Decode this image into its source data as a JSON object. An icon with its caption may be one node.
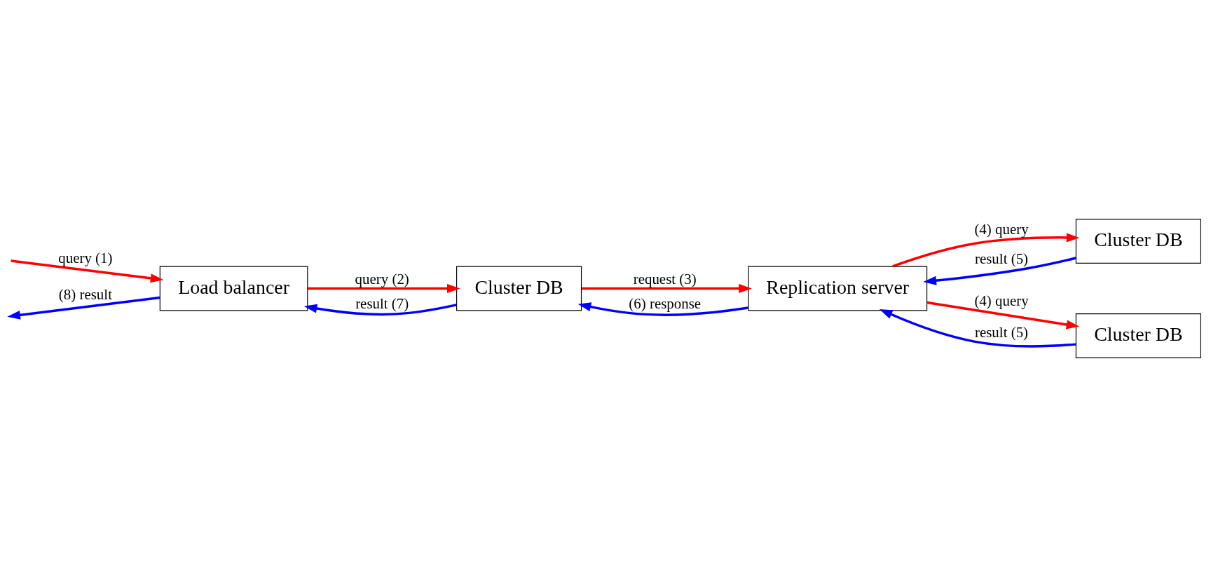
{
  "diagram": {
    "nodes": [
      {
        "text": [
          "Load balancer"
        ]
      },
      {
        "text": [
          "Cluster DB"
        ]
      },
      {
        "text": [
          "Cluster DB"
        ]
      },
      {
        "text": [
          "Cluster DB"
        ]
      },
      {
        "text": [
          "Replication server"
        ]
      }
    ],
    "edges": [
      {
        "from": null,
        "to": 0,
        "arrow": "to",
        "label": "query (1)",
        "color": "#ff0000"
      },
      {
        "from": 0,
        "to": null,
        "arrow": "to",
        "label": "(8) result",
        "color": "#0000ff"
      },
      {
        "from": 0,
        "to": 1,
        "arrow": "to",
        "label": "query (2)",
        "color": "#ff0000"
      },
      {
        "from": 1,
        "to": 0,
        "arrow": "to",
        "label": "result (7)",
        "color": "#0000ff"
      },
      {
        "from": 1,
        "to": 4,
        "arrow": "to",
        "label": "request (3)",
        "color": "#ff0000"
      },
      {
        "from": 4,
        "to": 1,
        "arrow": "to",
        "label": "(6) response",
        "color": "#0000ff"
      },
      {
        "from": 4,
        "to": 2,
        "arrow": "to",
        "label": "(4) query",
        "color": "#ff0000"
      },
      {
        "from": 2,
        "to": 4,
        "arrow": "to",
        "label": "result (5)",
        "color": "#0000ff"
      },
      {
        "from": 4,
        "to": 3,
        "arrow": "to",
        "label": "(4) query",
        "color": "#ff0000"
      },
      {
        "from": 3,
        "to": 4,
        "arrow": "to",
        "label": "result (5)",
        "color": "#0000ff"
      }
    ]
  }
}
